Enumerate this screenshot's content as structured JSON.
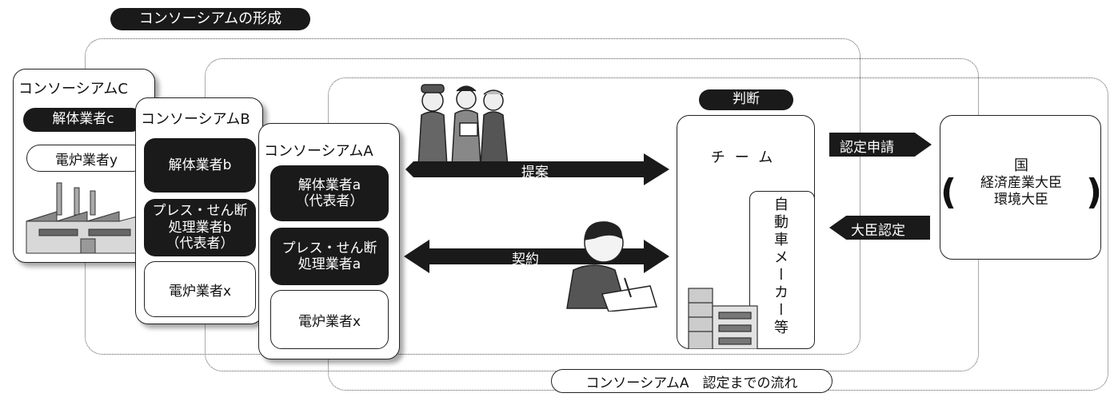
{
  "heading": "コンソーシアムの形成",
  "footer_label": "コンソーシアムA　認定までの流れ",
  "consortium_c": {
    "title": "コンソーシアムC",
    "dismantler": "解体業者c",
    "furnace": "電炉業者y"
  },
  "consortium_b": {
    "title": "コンソーシアムB",
    "dismantler": "解体業者b",
    "press": "プレス・せん断\n処理業者b\n（代表者）",
    "furnace": "電炉業者x"
  },
  "consortium_a": {
    "title": "コンソーシアムA",
    "dismantler": "解体業者a\n（代表者）",
    "press": "プレス・せん断\n処理業者a",
    "furnace": "電炉業者x"
  },
  "arrows": {
    "proposal": "提案",
    "contract": "契約",
    "application": "認定申請",
    "approval": "大臣認定"
  },
  "judgment": "判断",
  "team": {
    "label": "チーム",
    "automaker": "自動車メーカー等"
  },
  "country": {
    "label": "国",
    "ministers": "経済産業大臣\n環境大臣"
  }
}
